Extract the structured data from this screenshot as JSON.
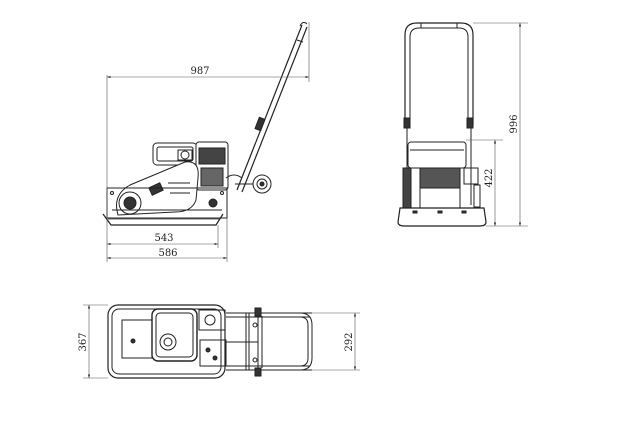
{
  "drawing": {
    "subject": "plate compactor",
    "units": "mm",
    "views": {
      "side": {
        "label": "side-view",
        "dimensions": {
          "overall_length": "987",
          "plate_length": "543",
          "base_length": "586"
        }
      },
      "front": {
        "label": "front-view",
        "dimensions": {
          "overall_height": "996",
          "engine_height": "422"
        }
      },
      "top": {
        "label": "top-view",
        "dimensions": {
          "plate_width": "367",
          "handle_width": "292"
        }
      }
    },
    "colors": {
      "line": "#222222",
      "dimension_line": "#555555",
      "fill_dark": "#333333",
      "fill_light": "#ffffff"
    }
  }
}
